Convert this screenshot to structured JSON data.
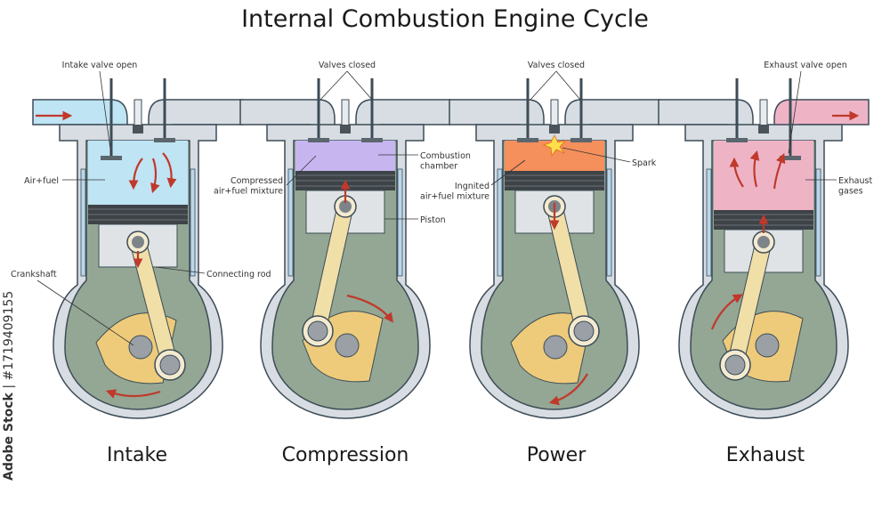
{
  "title": "Internal Combustion Engine Cycle",
  "colors": {
    "cylinder_wall": "#d7dde2",
    "outline": "#3d4c57",
    "crankcase_fill": "#93a794",
    "air_fuel": "#bfe4f4",
    "compressed": "#c7b5f0",
    "ignited": "#f58f5c",
    "exhaust_gas": "#eeb4c6",
    "rod": "#f1dfa8",
    "crank_web": "#eecb7a",
    "arrow": "#c0392b",
    "coolant": "#b9d7ec"
  },
  "strokes": [
    {
      "name": "Intake",
      "callouts": [
        "Intake valve open",
        "Air+fuel",
        "Crankshaft",
        "Connecting rod"
      ]
    },
    {
      "name": "Compression",
      "callouts": [
        "Valves closed",
        "Compressed\nair+fuel mixture",
        "Combustion\nchamber",
        "Piston"
      ]
    },
    {
      "name": "Power",
      "callouts": [
        "Valves closed",
        "Ingnited\nair+fuel mixture",
        "Spark"
      ]
    },
    {
      "name": "Exhaust",
      "callouts": [
        "Exhaust valve open",
        "Exhaust\ngases"
      ]
    }
  ],
  "credit": {
    "brand": "Adobe Stock",
    "id": "#1719409155"
  }
}
